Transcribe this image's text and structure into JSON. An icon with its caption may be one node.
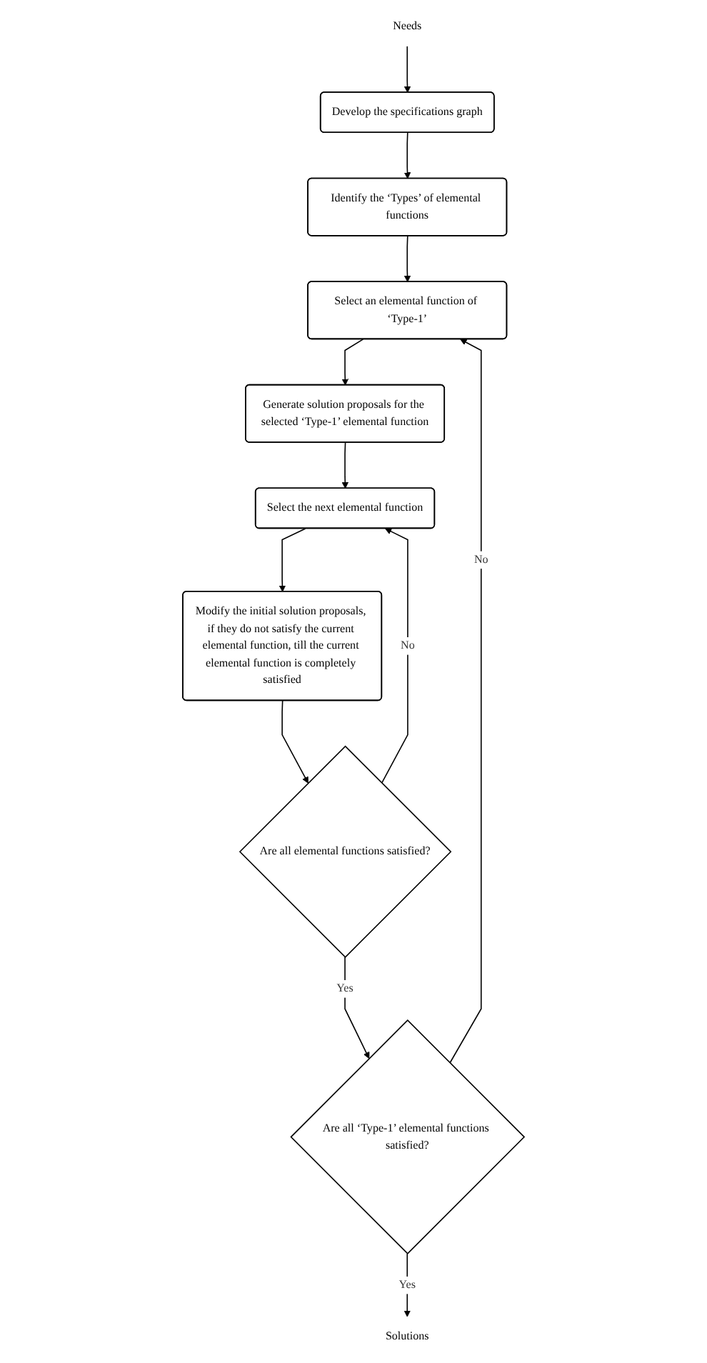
{
  "diagram": {
    "nodes": [
      {
        "text": [
          "Needs"
        ]
      },
      {
        "text": [
          "Develop the specifications graph"
        ]
      },
      {
        "text": [
          "Identify the ‘Types’ of elemental functions"
        ]
      },
      {
        "text": [
          "Select an elemental function of ‘Type-1’"
        ]
      },
      {
        "text": [
          "Generate solution proposals for the selected ‘Type-1’ elemental function"
        ]
      },
      {
        "text": [
          "Select the next elemental function"
        ]
      },
      {
        "text": [
          "Modify the initial solution proposals, if they do not satisfy the current elemental function, till the current elemental function is completely satisfied"
        ]
      },
      {
        "text": [
          "Are all elemental functions satisfied?"
        ]
      },
      {
        "text": [
          "Are all ‘Type-1’ elemental functions satisfied?"
        ]
      },
      {
        "text": [
          "Solutions"
        ]
      }
    ],
    "edges": [
      {
        "from": 0,
        "to": 1,
        "arrow": "to"
      },
      {
        "from": 1,
        "to": 2,
        "arrow": "to"
      },
      {
        "from": 2,
        "to": 3,
        "arrow": "to"
      },
      {
        "from": 3,
        "to": 4,
        "arrow": "to"
      },
      {
        "from": 4,
        "to": 5,
        "arrow": "to"
      },
      {
        "from": 5,
        "to": 6,
        "arrow": "to"
      },
      {
        "from": 6,
        "to": 7,
        "arrow": "to"
      },
      {
        "from": 7,
        "to": 5,
        "arrow": "to",
        "label": "No"
      },
      {
        "from": 7,
        "to": 8,
        "arrow": "to",
        "label": "Yes"
      },
      {
        "from": 8,
        "to": 3,
        "arrow": "to",
        "label": "No"
      },
      {
        "from": 8,
        "to": 9,
        "arrow": "to",
        "label": "Yes"
      }
    ]
  }
}
